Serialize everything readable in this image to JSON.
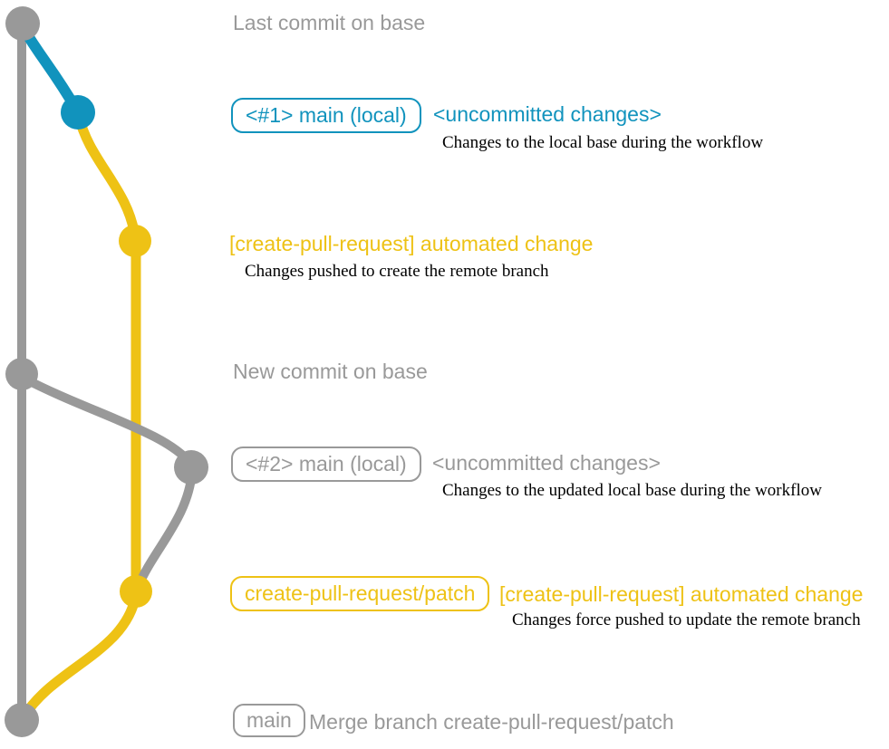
{
  "colors": {
    "base_gray": "#999999",
    "local_blue": "#1193bd",
    "branch_yellow": "#eec215",
    "description_black": "#000000"
  },
  "annotations": {
    "last_commit_on_base": "Last commit on base",
    "new_commit_on_base": "New commit on base"
  },
  "row_local_1": {
    "tag": "<#1> main (local)",
    "title": "<uncommitted changes>",
    "description": "Changes to the local base during the workflow"
  },
  "row_push_1": {
    "title": "[create-pull-request] automated change",
    "description": "Changes pushed to create the remote branch"
  },
  "row_local_2": {
    "tag": "<#2> main (local)",
    "title": "<uncommitted changes>",
    "description": "Changes to the updated local base during the workflow"
  },
  "row_push_2": {
    "tag": "create-pull-request/patch",
    "title": "[create-pull-request] automated change",
    "description": "Changes force pushed to update the remote branch"
  },
  "row_merge": {
    "tag": "main",
    "message": "Merge branch create-pull-request/patch"
  }
}
